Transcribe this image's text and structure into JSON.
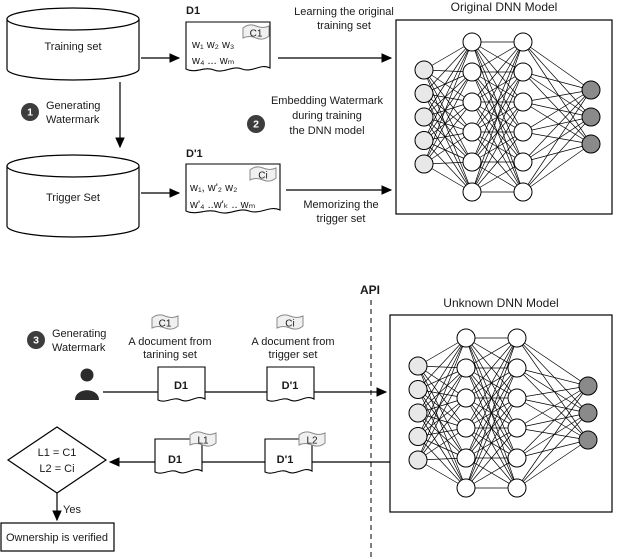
{
  "colors": {
    "background": "#ffffff",
    "line": "#000000",
    "badge": "#3d3d3d",
    "tag_fill": "#f0f0f0",
    "tag_stroke": "#8a8a8a",
    "node_input": "#e8e8e8",
    "node_hidden": "#ffffff",
    "node_output": "#8a8a8a"
  },
  "top": {
    "training_set_label": "Training set",
    "trigger_set_label": "Trigger Set",
    "step1_number": "1",
    "step1_line1": "Generating",
    "step1_line2": "Watermark",
    "d1_title": "D1",
    "d1_tag": "C1",
    "d1_line1": "w₁ w₂ w₃",
    "d1_line2": "w₄ ... wₘ",
    "learning_line1": "Learning  the original",
    "learning_line2": "training set",
    "step2_number": "2",
    "step2_line1": "Embedding Watermark",
    "step2_line2": "during training",
    "step2_line3": "the DNN model",
    "dp1_title": "D'1",
    "dp1_tag": "Ci",
    "dp1_line1": "w₁, w'₂ w₂",
    "dp1_line2": "w'₄ ..w'ₖ .. wₘ",
    "memorizing_line1": "Memorizing the",
    "memorizing_line2": "trigger set",
    "dnn_title": "Original DNN Model"
  },
  "bottom": {
    "api_label": "API",
    "step3_number": "3",
    "step3_line1": "Generating",
    "step3_line2": "Watermark",
    "c1_tag": "C1",
    "ci_tag": "Ci",
    "from_training_line1": "A document from",
    "from_training_line2": "tarining set",
    "from_trigger_line1": "A document from",
    "from_trigger_line2": "trigger set",
    "d1_label": "D1",
    "dp1_label": "D'1",
    "l1_tag": "L1",
    "l2_tag": "L2",
    "d1_return_label": "D1",
    "dp1_return_label": "D'1",
    "decision_line1": "L1 = C1",
    "decision_line2": "L2 = Ci",
    "yes_label": "Yes",
    "verified_label": "Ownership is verified",
    "dnn_title": "Unknown DNN Model"
  },
  "networks": {
    "original": {
      "layer_sizes": [
        5,
        6,
        6,
        3
      ],
      "layer_roles": [
        "input",
        "hidden",
        "hidden",
        "output"
      ]
    },
    "unknown": {
      "layer_sizes": [
        5,
        6,
        6,
        3
      ],
      "layer_roles": [
        "input",
        "hidden",
        "hidden",
        "output"
      ]
    }
  }
}
